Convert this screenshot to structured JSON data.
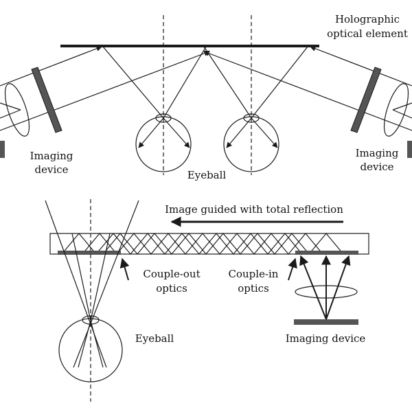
{
  "top_diagram": {
    "hoe_label_line1": "Holographic",
    "hoe_label_line2": "optical element",
    "left_imaging_line1": "Imaging",
    "left_imaging_line2": "device",
    "right_imaging_line1": "Imaging",
    "right_imaging_line2": "device",
    "eyeball_label": "Eyeball"
  },
  "bottom_diagram": {
    "guide_label": "Image guided with total reflection",
    "couple_out_line1": "Couple-out",
    "couple_out_line2": "optics",
    "couple_in_line1": "Couple-in",
    "couple_in_line2": "optics",
    "eyeball_label": "Eyeball",
    "imaging_label": "Imaging device"
  },
  "colors": {
    "line": "#1a1a1a",
    "element_fill": "#555555"
  }
}
